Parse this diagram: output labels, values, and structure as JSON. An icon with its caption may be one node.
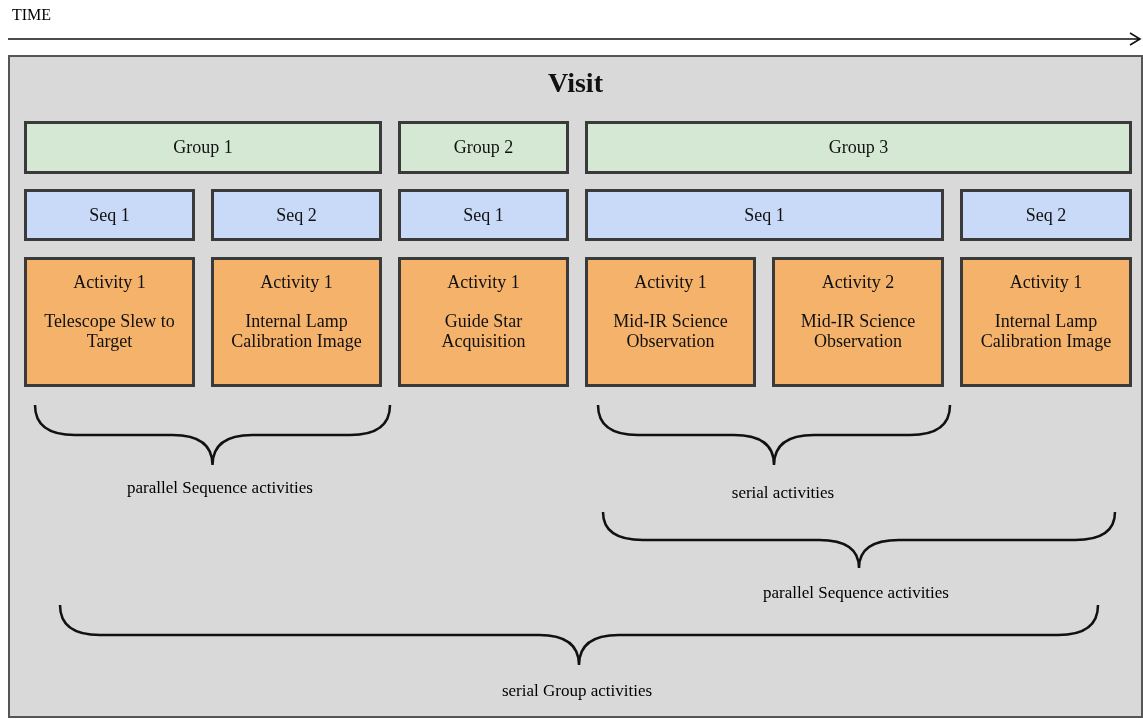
{
  "diagram": {
    "nodes": [
      {
        "text": [
          "Visit"
        ]
      },
      {
        "text": [
          "Group 1"
        ],
        "in": 0
      },
      {
        "text": [
          "Group 2"
        ],
        "in": 0
      },
      {
        "text": [
          "Group 3"
        ],
        "in": 0
      },
      {
        "text": [
          "Seq 1"
        ],
        "in": 0
      },
      {
        "text": [
          "Seq 2"
        ],
        "in": 0
      },
      {
        "text": [
          "Seq 1"
        ],
        "in": 0
      },
      {
        "text": [
          "Seq 1"
        ],
        "in": 0
      },
      {
        "text": [
          "Seq 2"
        ],
        "in": 0
      },
      {
        "text": [
          "Activity 1",
          "Telescope Slew to Target"
        ],
        "in": 0
      },
      {
        "text": [
          "Activity 1",
          "Internal Lamp Calibration Image"
        ],
        "in": 0
      },
      {
        "text": [
          "Activity 1",
          "Guide Star Acquisition"
        ],
        "in": 0
      },
      {
        "text": [
          "Activity 1",
          "Mid-IR Science Observation"
        ],
        "in": 0
      },
      {
        "text": [
          "Activity 2",
          "Mid-IR Science Observation"
        ],
        "in": 0
      },
      {
        "text": [
          "Activity 1",
          "Internal Lamp Calibration Image"
        ],
        "in": 0
      }
    ],
    "edges": [],
    "labels": [
      "TIME",
      "parallel Sequence activities",
      "serial activities",
      "parallel Sequence activities",
      "serial Group activities"
    ]
  }
}
